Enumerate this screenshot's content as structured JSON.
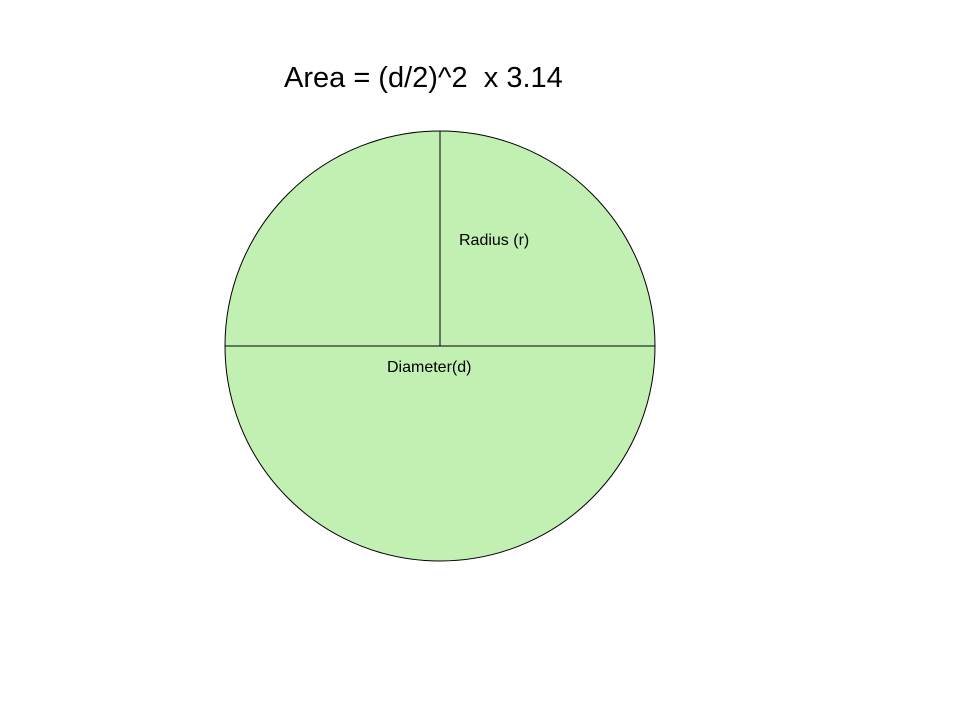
{
  "title": "Area = (d/2)^2  x 3.14",
  "radius_label": "Radius (r)",
  "diameter_label": "Diameter(d)",
  "colors": {
    "circle_fill": "#c2f0b2",
    "stroke": "#000000",
    "background": "#ffffff"
  }
}
